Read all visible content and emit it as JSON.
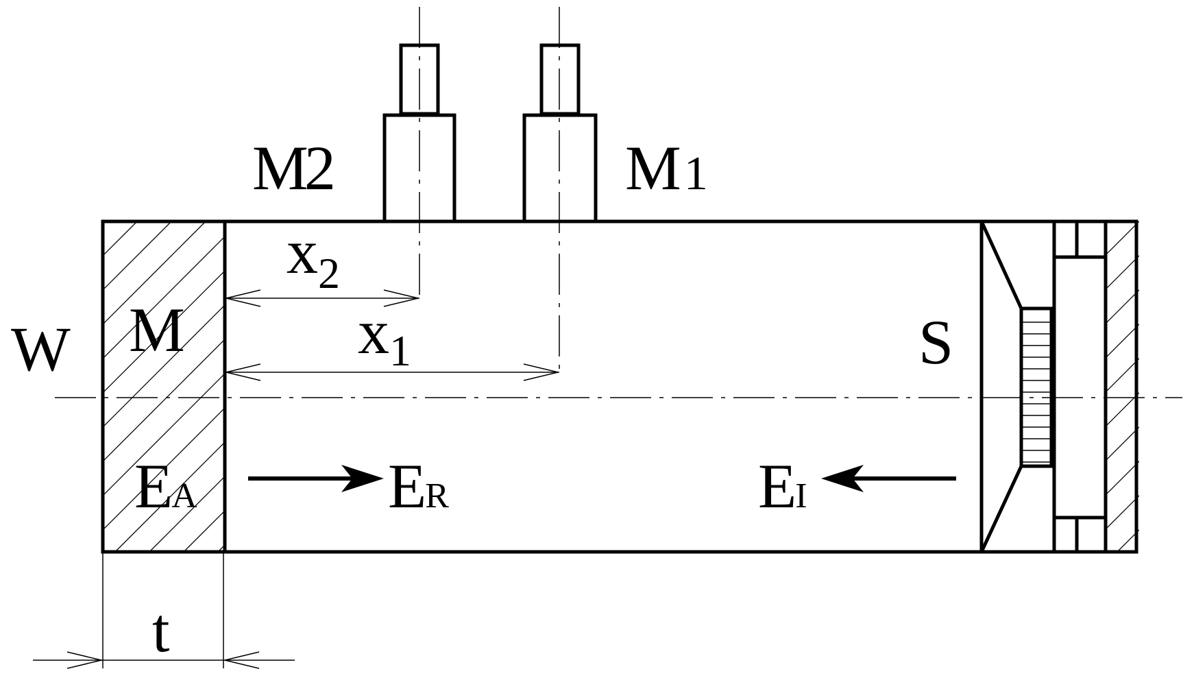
{
  "labels": {
    "W": "W",
    "M": "M",
    "S": "S",
    "t": "t",
    "M2": {
      "base": "M",
      "sub": "2"
    },
    "M1": {
      "base": "M",
      "sub": "1"
    },
    "x2": {
      "base": "x",
      "sub": "2"
    },
    "x1": {
      "base": "x",
      "sub": "1"
    },
    "EA": {
      "base": "E",
      "sub": "A"
    },
    "ER": {
      "base": "E",
      "sub": "R"
    },
    "EI": {
      "base": "E",
      "sub": "I"
    }
  }
}
